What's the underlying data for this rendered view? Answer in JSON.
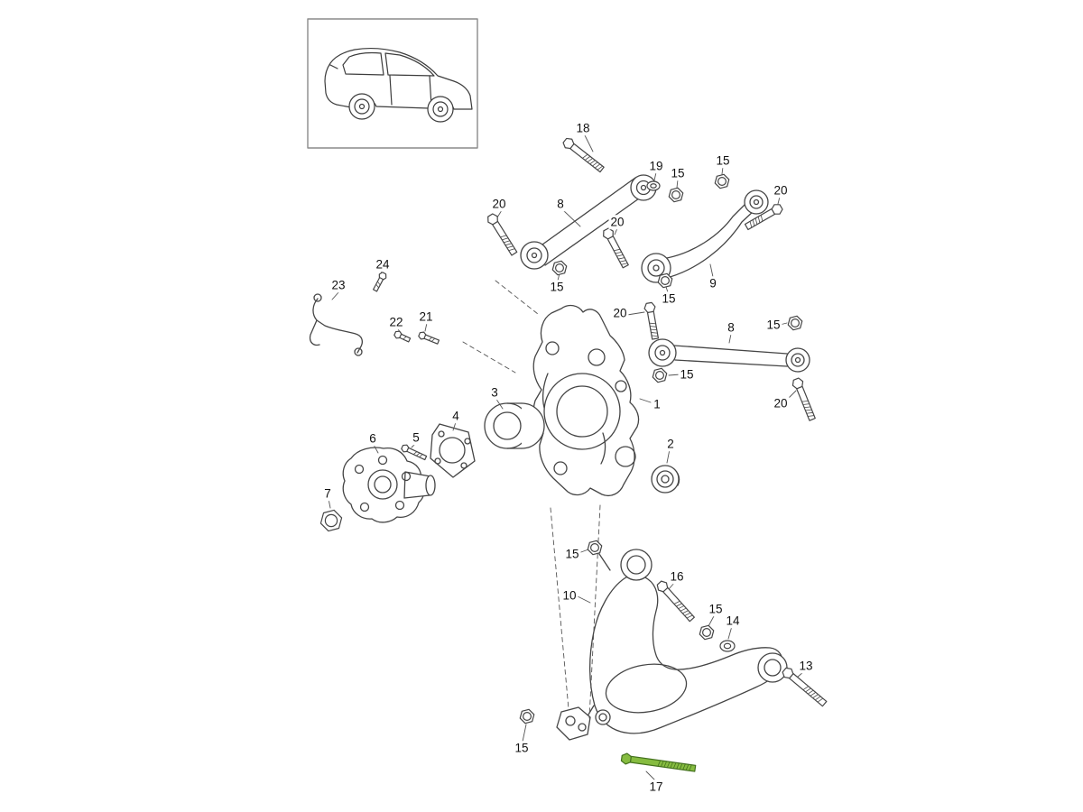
{
  "page": {
    "highlight_color": "#86bc40",
    "line_color": "#454545",
    "icons": {
      "car_thumbnail": "car-silhouette-icon"
    }
  },
  "callouts": {
    "c18": "18",
    "c19": "19",
    "c15a": "15",
    "c15b": "15",
    "c20a": "20",
    "c8a": "8",
    "c20b": "20",
    "c20c": "20",
    "c9": "9",
    "c15c": "15",
    "c15d": "15",
    "c24": "24",
    "c23": "23",
    "c22": "22",
    "c21": "21",
    "c20d": "20",
    "c8b": "8",
    "c15e": "15",
    "c15f": "15",
    "c20e": "20",
    "c1": "1",
    "c3": "3",
    "c4": "4",
    "c2": "2",
    "c5": "5",
    "c6": "6",
    "c7": "7",
    "c15g": "15",
    "c16": "16",
    "c10": "10",
    "c15h": "15",
    "c14": "14",
    "c13": "13",
    "c15i": "15",
    "c17": "17"
  }
}
